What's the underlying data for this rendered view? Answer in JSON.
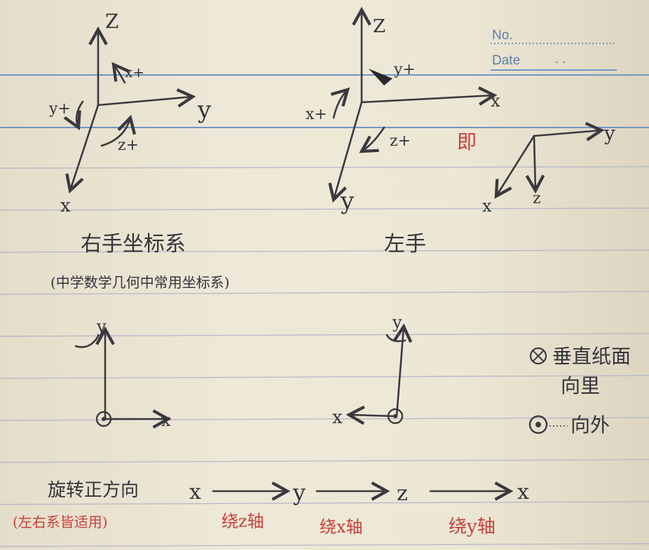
{
  "header": {
    "no_label": "No.",
    "date_label": "Date",
    "date_dots": ". ."
  },
  "diagram1": {
    "axes": {
      "z": "Z",
      "y": "y",
      "x": "x"
    },
    "rotations": {
      "x": "x+",
      "y": "y+",
      "z": "z+"
    }
  },
  "diagram2": {
    "axes": {
      "z": "Z",
      "x": "x",
      "y": "y"
    },
    "rotations": {
      "x": "x+",
      "y": "y+",
      "z": "z+"
    }
  },
  "diagram3": {
    "note": "即",
    "axes": {
      "y": "y",
      "x": "x",
      "z": "z"
    }
  },
  "captions": {
    "right_hand": "右手坐标系",
    "right_hand_note": "(中学数学几何中常用坐标系)",
    "left_hand": "左手"
  },
  "diagram4": {
    "axes": {
      "y": "y",
      "x": "x"
    }
  },
  "diagram5": {
    "axes": {
      "y": "y",
      "x": "x"
    }
  },
  "legend": {
    "into_page": "垂直纸面",
    "into_page_2": "向里",
    "out_of_page": "向外"
  },
  "rotation_order": {
    "label": "旋转正方向",
    "note": "(左右系皆适用)",
    "chain": [
      "x",
      "y",
      "z",
      "x"
    ],
    "axis_notes": [
      "绕z轴",
      "绕x轴",
      "绕y轴"
    ]
  },
  "colors": {
    "ink": "#3a3a3e",
    "red_ink": "#c8403a",
    "printed_blue": "#5b7fa6",
    "rule_line": "#b8bcc6"
  }
}
